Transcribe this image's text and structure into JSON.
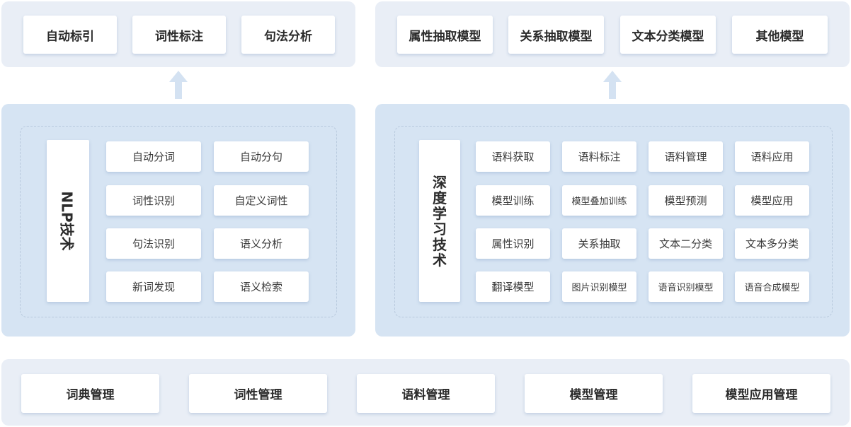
{
  "left_top": [
    "自动标引",
    "词性标注",
    "句法分析"
  ],
  "right_top": [
    "属性抽取模型",
    "关系抽取模型",
    "文本分类模型",
    "其他模型"
  ],
  "nlp": {
    "title": "NLP技术",
    "items": [
      "自动分词",
      "自动分句",
      "词性识别",
      "自定义词性",
      "句法识别",
      "语义分析",
      "新词发现",
      "语义检索"
    ]
  },
  "dl": {
    "title": "深度学习技术",
    "items": [
      "语料获取",
      "语料标注",
      "语料管理",
      "语料应用",
      "模型训练",
      "模型叠加训练",
      "模型预测",
      "模型应用",
      "属性识别",
      "关系抽取",
      "文本二分类",
      "文本多分类",
      "翻译模型",
      "图片识别模型",
      "语音识别模型",
      "语音合成模型"
    ]
  },
  "bottom": [
    "词典管理",
    "词性管理",
    "语料管理",
    "模型管理",
    "模型应用管理"
  ],
  "colors": {
    "panel_light": "#e9eef6",
    "panel_mid": "#d6e4f3",
    "arrow": "#d4e2f2"
  }
}
